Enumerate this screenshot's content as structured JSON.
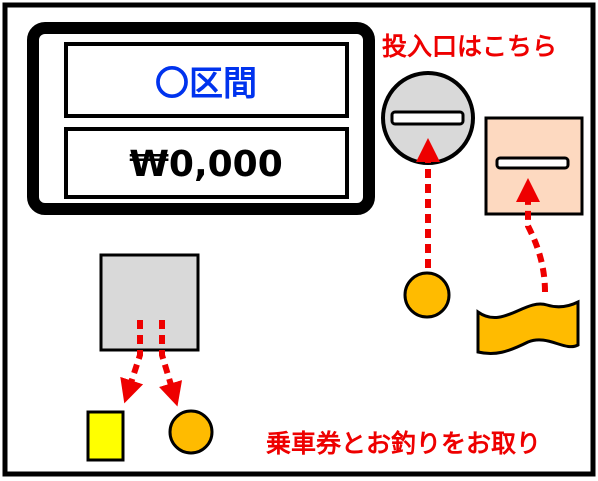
{
  "display": {
    "section_text": "〇区間",
    "fare_text": "₩0,000"
  },
  "labels": {
    "insert_here": "投入口はこちら",
    "take_ticket_and_change": "乗車券とお釣りをお取り"
  },
  "icons": [
    "coin-slot-icon",
    "bill-slot-icon",
    "coin-icon",
    "banknote-icon",
    "ticket-icon",
    "change-coin-icon",
    "ticket-outlet-icon"
  ],
  "colors": {
    "accent_red": "#ee0000",
    "section_blue": "#0033ee",
    "coin_gold": "#ffbb00",
    "ticket_yellow": "#ffff00",
    "bill_panel": "#fdd9c0",
    "metal_gray": "#d9d9d9"
  }
}
